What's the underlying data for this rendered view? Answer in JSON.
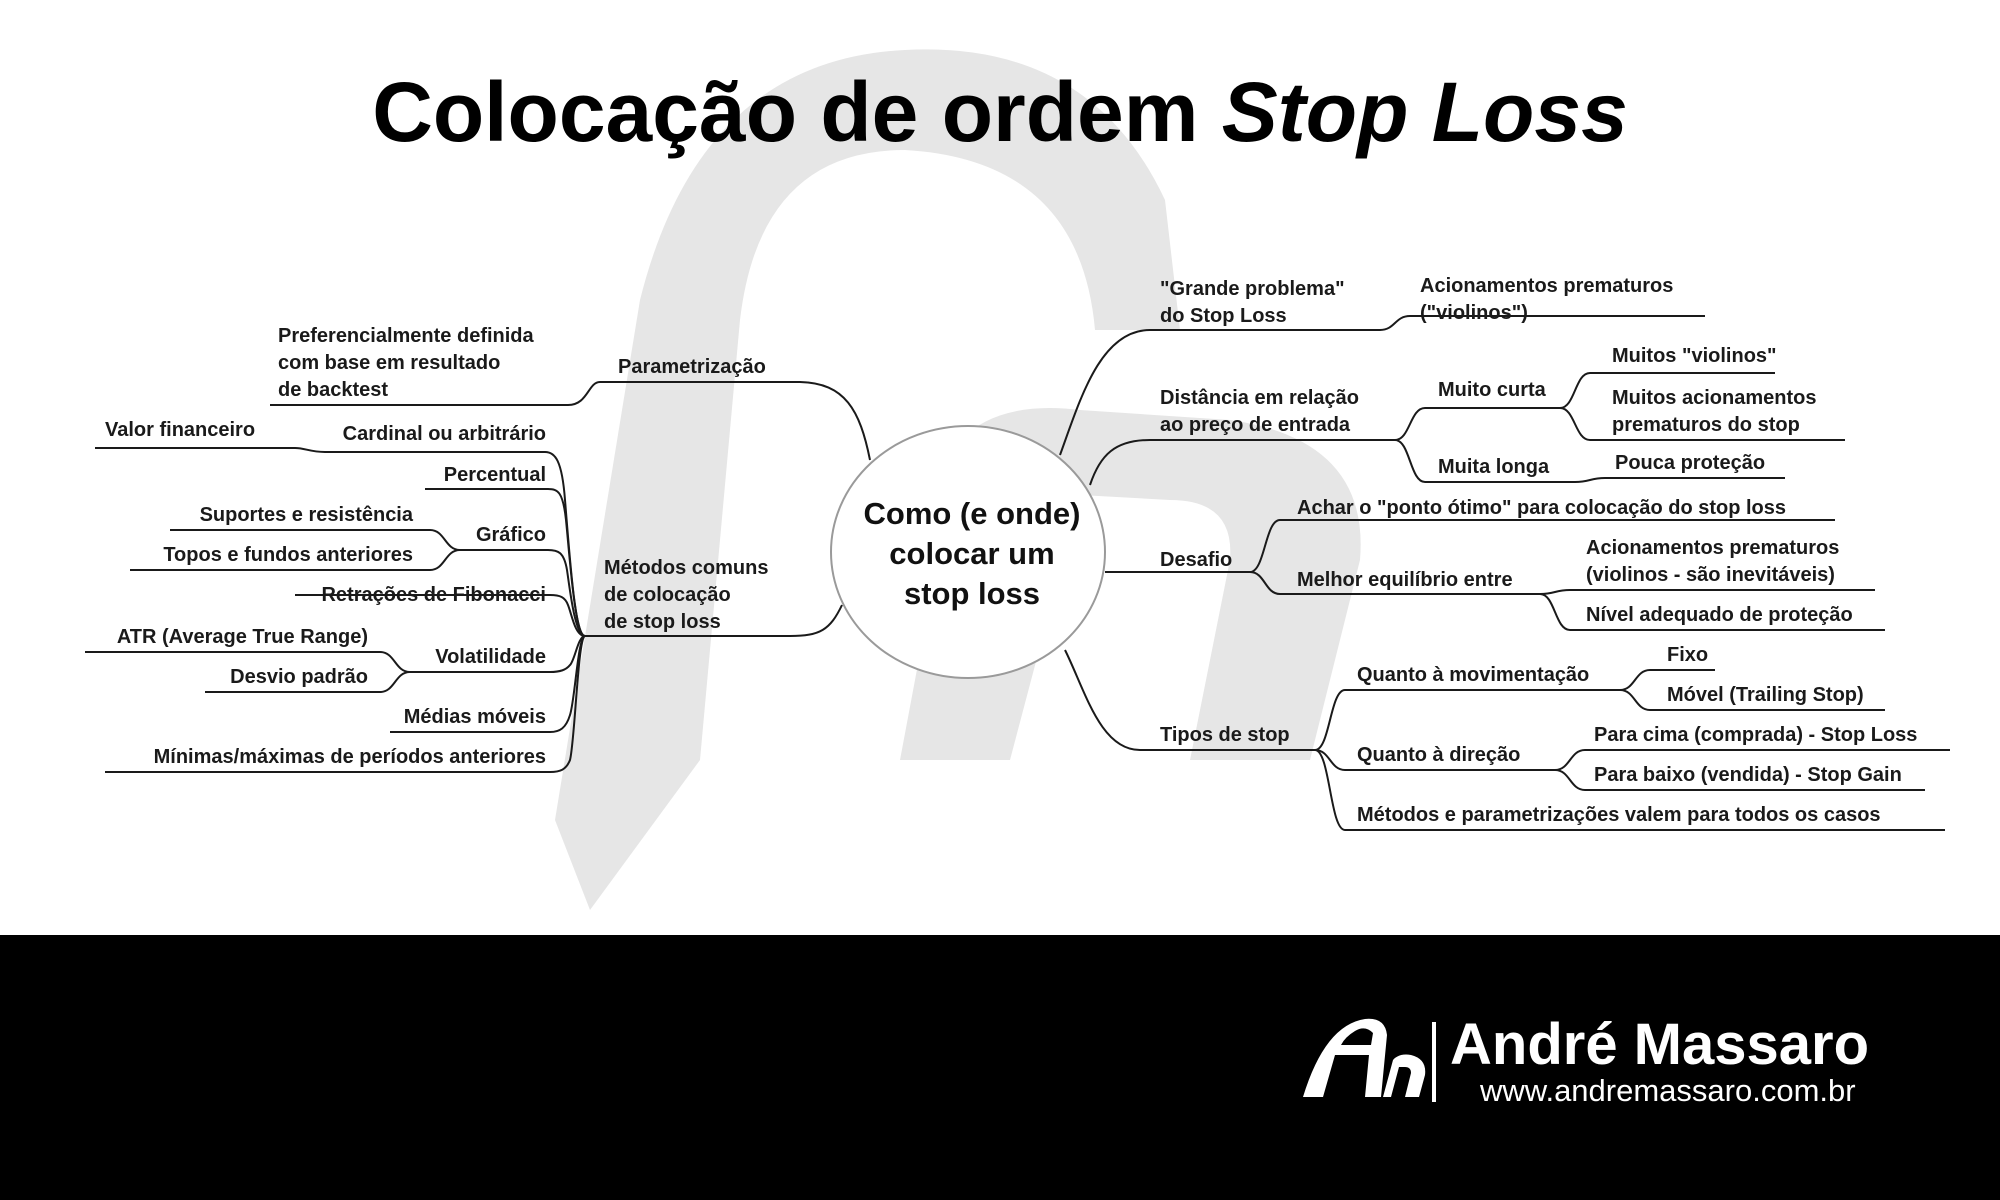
{
  "title": {
    "main": "Colocação de ordem ",
    "italic": "Stop Loss"
  },
  "center": {
    "lines": [
      "Como (e onde)",
      "colocar um",
      "stop loss"
    ]
  },
  "left": {
    "parametrizacao": {
      "label": "Parametrização",
      "child_lines": [
        "Preferencialmente definida",
        "com base em resultado",
        "de backtest"
      ]
    },
    "metodos": {
      "label_lines": [
        "Métodos comuns",
        "de colocação",
        "de stop loss"
      ],
      "cardinal": "Cardinal ou arbitrário",
      "valor_financeiro": "Valor financeiro",
      "percentual": "Percentual",
      "grafico": "Gráfico",
      "suportes": "Suportes e resistência",
      "topos": "Topos e fundos anteriores",
      "fibonacci": "Retrações de Fibonacci",
      "volatilidade": "Volatilidade",
      "atr": "ATR (Average True Range)",
      "desvio": "Desvio padrão",
      "medias": "Médias móveis",
      "minimas": "Mínimas/máximas de períodos anteriores"
    }
  },
  "right": {
    "grande_problema": {
      "label_lines": [
        "\"Grande problema\"",
        "do Stop Loss"
      ],
      "child_lines": [
        "Acionamentos prematuros",
        "(\"violinos\")"
      ]
    },
    "distancia": {
      "label_lines": [
        "Distância em relação",
        "ao preço de entrada"
      ],
      "muito_curta": "Muito curta",
      "muitos_violinos": "Muitos \"violinos\"",
      "muitos_acionamentos_lines": [
        "Muitos acionamentos",
        "prematuros do stop"
      ],
      "muita_longa": "Muita longa",
      "pouca_protecao": "Pouca proteção"
    },
    "desafio": {
      "label": "Desafio",
      "achar": "Achar o \"ponto ótimo\" para colocação do stop loss",
      "melhor": "Melhor equilíbrio entre",
      "acionamentos_lines": [
        "Acionamentos prematuros",
        "(violinos - são inevitáveis)"
      ],
      "nivel": "Nível adequado de proteção"
    },
    "tipos": {
      "label": "Tipos de stop",
      "movimentacao": "Quanto à movimentação",
      "fixo": "Fixo",
      "movel": "Móvel (Trailing Stop)",
      "direcao": "Quanto à direção",
      "para_cima": "Para cima (comprada) - Stop Loss",
      "para_baixo": "Para baixo (vendida) - Stop Gain",
      "metodos_todos": "Métodos e parametrizações valem para todos os casos"
    }
  },
  "footer": {
    "brand_name": "André Massaro",
    "url": "www.andremassaro.com.br"
  }
}
